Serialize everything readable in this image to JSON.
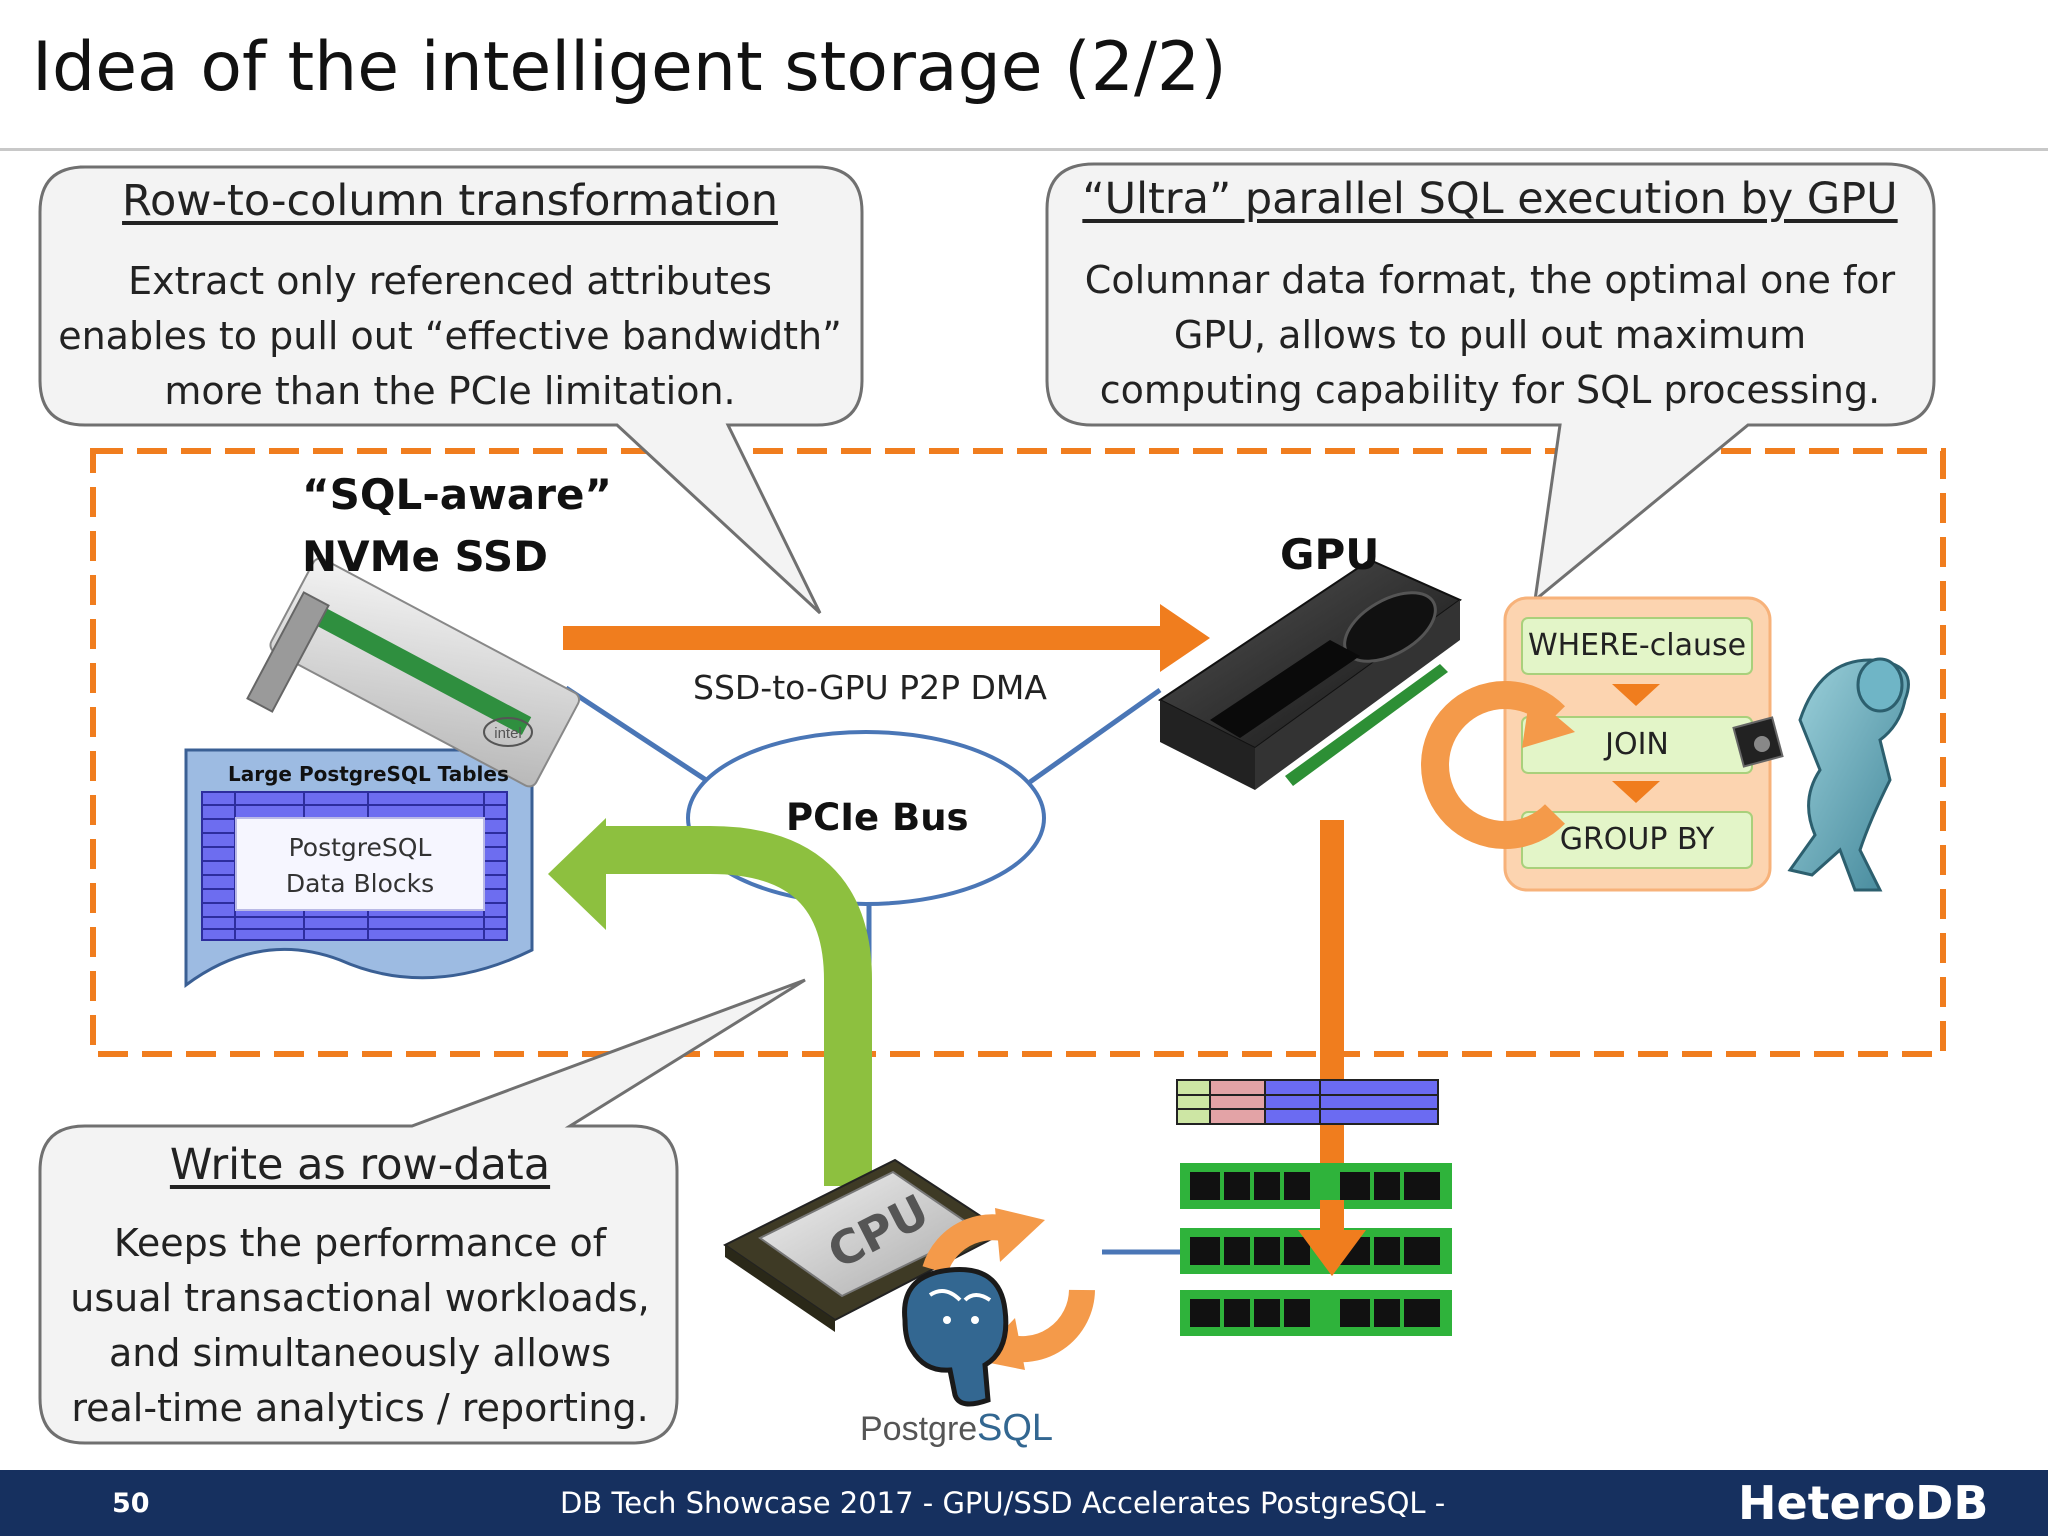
{
  "title": "Idea of the intelligent storage (2/2)",
  "callouts": {
    "row_to_column": {
      "heading": "Row-to-column transformation",
      "lines": [
        "Extract only referenced attributes",
        "enables to pull out “effective bandwidth”",
        "more than the PCIe limitation."
      ]
    },
    "ultra_parallel": {
      "heading": "“Ultra” parallel SQL execution by GPU",
      "lines": [
        "Columnar data format, the optimal one for",
        "GPU, allows to pull out maximum",
        "computing capability for SQL processing."
      ]
    },
    "write_row": {
      "heading": "Write as row-data",
      "lines": [
        "Keeps the performance of",
        "usual transactional workloads,",
        "and simultaneously allows",
        "real-time analytics / reporting."
      ]
    }
  },
  "diagram": {
    "ssd_label_1": "“SQL-aware”",
    "ssd_label_2": "NVMe SSD",
    "gpu_label": "GPU",
    "dma_label": "SSD-to-GPU P2P DMA",
    "bus_label": "PCIe Bus",
    "table_title": "Large PostgreSQL Tables",
    "blocks_line1": "PostgreSQL",
    "blocks_line2": "Data Blocks",
    "ops": [
      "WHERE-clause",
      "JOIN",
      "GROUP BY"
    ],
    "cpu_label": "CPU",
    "ssd_brand": "intel",
    "pg_logo_text_1": "Postgre",
    "pg_logo_text_2": "SQL"
  },
  "footer": {
    "page": "50",
    "text": "DB Tech Showcase 2017 - GPU/SSD Accelerates PostgreSQL -",
    "logo": "HeteroDB"
  },
  "colors": {
    "accent_orange": "#f07d1e",
    "arrow_green": "#8dc03f",
    "bus_blue": "#4a76b6",
    "footer_navy": "#16305f",
    "op_green": "#e3f5c8"
  }
}
